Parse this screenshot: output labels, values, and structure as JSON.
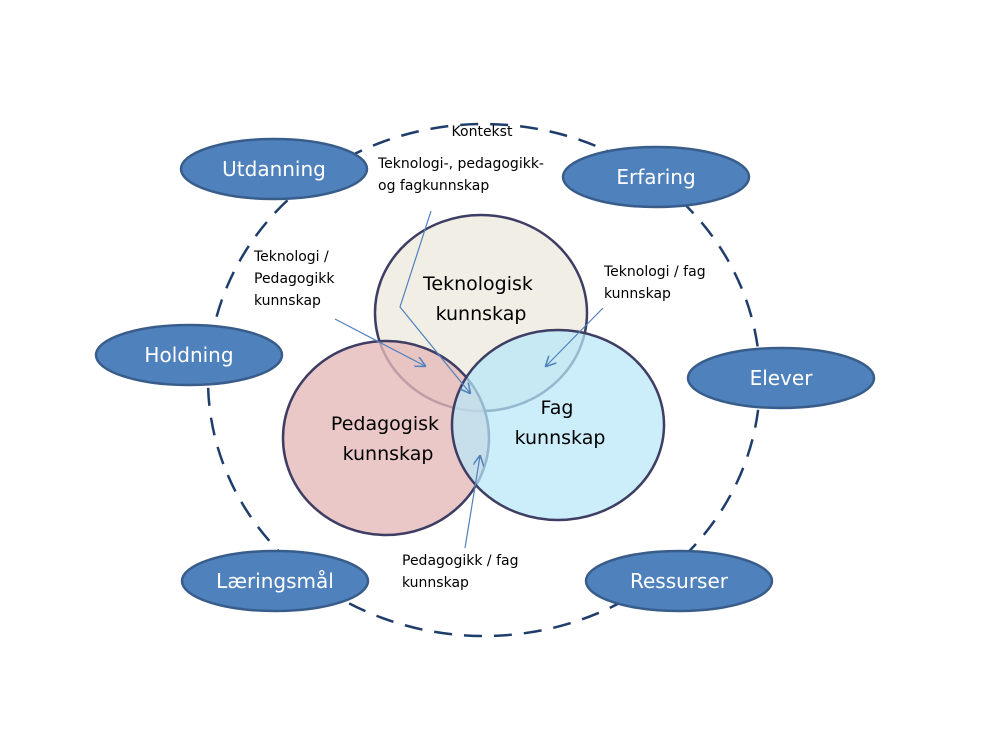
{
  "context_label": "Kontekst",
  "factors": [
    {
      "id": "utdanning",
      "label": "Utdanning"
    },
    {
      "id": "erfaring",
      "label": "Erfaring"
    },
    {
      "id": "holdning",
      "label": "Holdning"
    },
    {
      "id": "elever",
      "label": "Elever"
    },
    {
      "id": "laeringsmal",
      "label": "Læringsmål"
    },
    {
      "id": "ressurser",
      "label": "Ressurser"
    }
  ],
  "circles": {
    "tech": {
      "line1": "Teknologisk",
      "line2": "kunnskap",
      "fill": "#EEECE1"
    },
    "ped": {
      "line1": "Pedagogisk",
      "line2": "kunnskap",
      "fill": "#E6B9B8"
    },
    "fag": {
      "line1": "Fag",
      "line2": "kunnskap",
      "fill": "#B7E8F8"
    }
  },
  "annotations": {
    "tpack": {
      "line1": "Teknologi-, pedagogikk-",
      "line2": "og fagkunnskap"
    },
    "tech_ped": {
      "line1": "Teknologi /",
      "line2": "Pedagogikk",
      "line3": "kunnskap"
    },
    "tech_fag": {
      "line1": "Teknologi / fag",
      "line2": "kunnskap"
    },
    "ped_fag": {
      "line1": "Pedagogikk / fag",
      "line2": "kunnskap"
    }
  },
  "colors": {
    "pill_fill": "#4F81BD",
    "pill_stroke": "#385D8A",
    "circle_stroke": "#3E3D63",
    "dashed_ring": "#1F3D6B",
    "arrow": "#4F81BD"
  }
}
